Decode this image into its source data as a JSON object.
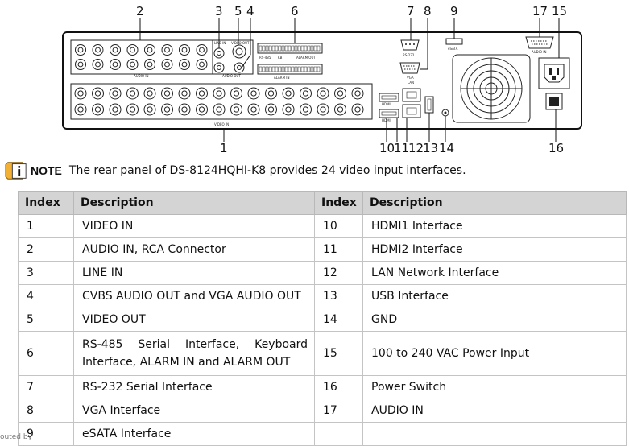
{
  "diagram": {
    "callouts": [
      "1",
      "2",
      "3",
      "4",
      "5",
      "6",
      "7",
      "8",
      "9",
      "10",
      "11",
      "12",
      "13",
      "14",
      "15",
      "16",
      "17"
    ],
    "panel_labels": {
      "audio_in": "AUDIO IN",
      "line_in": "LINE IN",
      "video_out": "VIDEO OUT",
      "audio_out": "AUDIO OUT",
      "rs485": "RS-485",
      "kb": "KB",
      "alarm_out": "ALARM OUT",
      "alarm_in": "ALARM IN",
      "video_in": "VIDEO IN",
      "rs232": "RS-232",
      "vga": "VGA",
      "lan": "LAN",
      "hdmi1": "HDMI",
      "hdmi2": "HDMI",
      "esata": "eSATA",
      "audio_in_right": "AUDIO IN"
    }
  },
  "note": {
    "label": "NOTE",
    "text": "The rear panel of DS-8124HQHI-K8 provides 24 video input interfaces."
  },
  "table": {
    "headers": [
      "Index",
      "Description",
      "Index",
      "Description"
    ],
    "rows": [
      {
        "i1": "1",
        "d1": "VIDEO IN",
        "i2": "10",
        "d2": "HDMI1 Interface"
      },
      {
        "i1": "2",
        "d1": "AUDIO IN, RCA Connector",
        "i2": "11",
        "d2": "HDMI2 Interface"
      },
      {
        "i1": "3",
        "d1": "LINE IN",
        "i2": "12",
        "d2": "LAN Network Interface"
      },
      {
        "i1": "4",
        "d1": "CVBS AUDIO OUT and VGA AUDIO OUT",
        "i2": "13",
        "d2": "USB Interface"
      },
      {
        "i1": "5",
        "d1": "VIDEO OUT",
        "i2": "14",
        "d2": "GND"
      },
      {
        "i1": "6",
        "d1": "RS-485 Serial Interface, Keyboard Interface, ALARM IN and ALARM OUT",
        "i2": "15",
        "d2": "100 to 240 VAC Power Input"
      },
      {
        "i1": "7",
        "d1": "RS-232 Serial Interface",
        "i2": "16",
        "d2": "Power Switch"
      },
      {
        "i1": "8",
        "d1": "VGA Interface",
        "i2": "17",
        "d2": "AUDIO IN"
      },
      {
        "i1": "9",
        "d1": "eSATA Interface",
        "i2": "",
        "d2": ""
      }
    ]
  },
  "footer_credit": "outed by"
}
